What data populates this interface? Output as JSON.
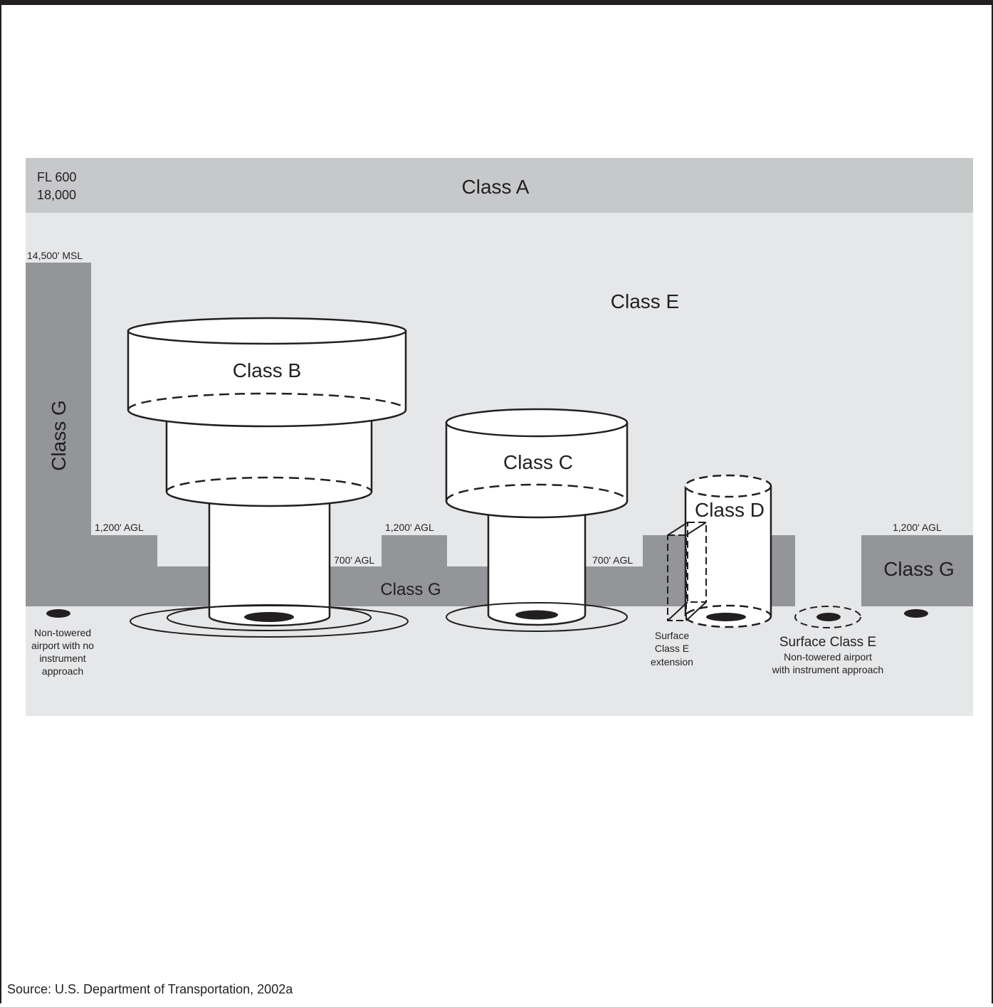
{
  "colors": {
    "frame": "#231f20",
    "class_a_band": "#c7c8ca",
    "class_e_background": "#e6e7e8",
    "class_g_fill": "#939598",
    "airspace_fill": "#ffffff",
    "airport_marker": "#231f20"
  },
  "airspace": {
    "altitude_fl600": "FL 600",
    "altitude_18000": "18,000",
    "class_a": "Class A",
    "class_e": "Class E",
    "msl_14500": "14,500' MSL",
    "class_g_vertical": "Class G",
    "class_b": "Class B",
    "class_c": "Class C",
    "class_d": "Class D",
    "class_g_middle": "Class G",
    "class_g_right": "Class G",
    "agl_1200_left": "1,200' AGL",
    "agl_1200_middle": "1,200' AGL",
    "agl_1200_right": "1,200' AGL",
    "agl_700_left": "700' AGL",
    "agl_700_right": "700' AGL"
  },
  "airports": {
    "nontowered_no_instrument": [
      "Non-towered",
      "airport with no",
      "instrument",
      "approach"
    ],
    "surface_e_extension": [
      "Surface",
      "Class E",
      "extension"
    ],
    "surface_class_e_title": "Surface Class E",
    "surface_class_e_sub": [
      "Non-towered airport",
      "with instrument approach"
    ]
  },
  "source": "Source:  U.S. Department of Transportation, 2002a"
}
